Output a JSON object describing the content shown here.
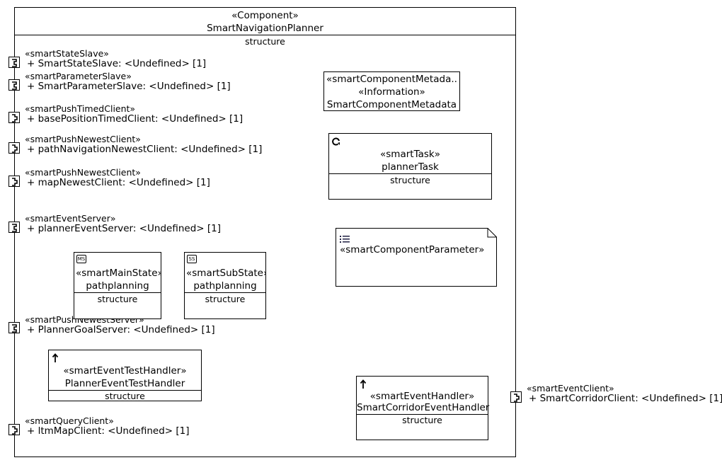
{
  "component": {
    "stereotype": "«Component»",
    "name": "SmartNavigationPlanner",
    "compartment": "structure"
  },
  "ports": [
    {
      "stereotype": "«smartStateSlave»",
      "name": "+ SmartStateSlave: <Undefined> [1]",
      "icon": "provided-port-icon"
    },
    {
      "stereotype": "«smartParameterSlave»",
      "name": "+ SmartParameterSlave: <Undefined> [1]",
      "icon": "provided-port-icon"
    },
    {
      "stereotype": "«smartPushTimedClient»",
      "name": "+ basePositionTimedClient: <Undefined> [1]",
      "icon": "required-port-icon"
    },
    {
      "stereotype": "«smartPushNewestClient»",
      "name": "+ pathNavigationNewestClient: <Undefined> [1]",
      "icon": "required-port-icon"
    },
    {
      "stereotype": "«smartPushNewestClient»",
      "name": "+ mapNewestClient: <Undefined> [1]",
      "icon": "required-port-icon"
    },
    {
      "stereotype": "«smartEventServer»",
      "name": "+ plannerEventServer: <Undefined> [1]",
      "icon": "provided-port-icon"
    },
    {
      "stereotype": "«smartPushNewestServer»",
      "name": "+ PlannerGoalServer: <Undefined> [1]",
      "icon": "provided-port-icon"
    },
    {
      "stereotype": "«smartQueryClient»",
      "name": "+ ltmMapClient: <Undefined> [1]",
      "icon": "required-port-icon"
    }
  ],
  "external_port": {
    "stereotype": "«smartEventClient»",
    "name": "+ SmartCorridorClient: <Undefined> [1]",
    "icon": "required-port-icon"
  },
  "metadata_box": {
    "line1": "«smartComponentMetada..",
    "line2": "«Information»",
    "line3": "SmartComponentMetadata"
  },
  "task": {
    "stereotype": "«smartTask»",
    "name": "plannerTask",
    "compartment": "structure",
    "icon": "cycle-icon"
  },
  "parameter_note": {
    "text": "«smartComponentParameter»",
    "icon": "list-icon"
  },
  "main_state": {
    "badge": "MS",
    "stereotype": "«smartMainState»",
    "name": "pathplanning",
    "compartment": "structure"
  },
  "sub_state": {
    "badge": "SS",
    "stereotype": "«smartSubState»",
    "name": "pathplanning",
    "compartment": "structure"
  },
  "test_handler": {
    "stereotype": "«smartEventTestHandler»",
    "name": "PlannerEventTestHandler",
    "compartment": "structure",
    "icon": "up-arrow-icon"
  },
  "event_handler": {
    "stereotype": "«smartEventHandler»",
    "name": "SmartCorridorEventHandler",
    "compartment": "structure",
    "icon": "up-arrow-icon"
  }
}
